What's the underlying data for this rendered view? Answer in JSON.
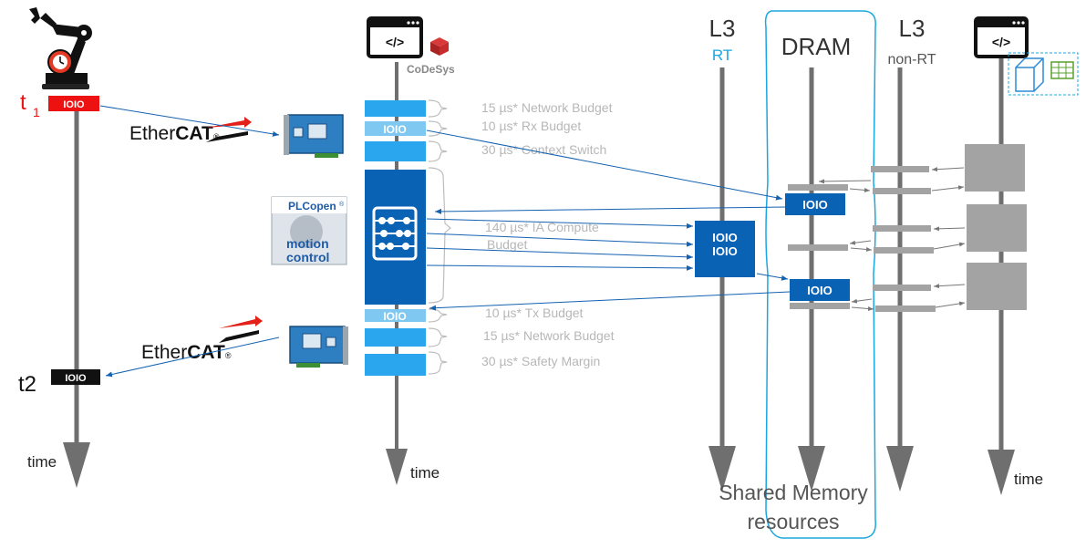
{
  "robot": {
    "t1_label": "t",
    "t1_sub": "1",
    "t1_packet": "IOIO",
    "t2_label": "t2",
    "t2_packet": "IOIO",
    "time_label": "time"
  },
  "ethercat": {
    "top_label_plain": "Ether",
    "top_label_bold": "CAT",
    "bottom_label_plain": "Ether",
    "bottom_label_bold": "CAT",
    "reg_mark": "®"
  },
  "codesys": {
    "brand": "CoDeSys",
    "code_icon": "</>",
    "time_label": "time"
  },
  "plcopen": {
    "line1": "PLCopen",
    "reg": "®",
    "line2": "motion",
    "line3": "control"
  },
  "budgets": [
    {
      "key": "network1",
      "text": "15 µs* Network Budget"
    },
    {
      "key": "rx",
      "text": "10 µs* Rx Budget"
    },
    {
      "key": "context",
      "text": "30 µs* Context Switch"
    },
    {
      "key": "compute1",
      "text": "140 µs* IA Compute"
    },
    {
      "key": "compute2",
      "text": "Budget"
    },
    {
      "key": "tx",
      "text": "10 µs* Tx Budget"
    },
    {
      "key": "network2",
      "text": "15 µs* Network  Budget"
    },
    {
      "key": "safety",
      "text": "30 µs* Safety Margin"
    }
  ],
  "timeline_packets": {
    "rx": "IOIO",
    "tx": "IOIO"
  },
  "memory": {
    "l3_rt_title": "L3",
    "l3_rt_sub": "RT",
    "dram_title": "DRAM",
    "l3_nonrt_title": "L3",
    "l3_nonrt_sub": "non-RT",
    "l3_packet_line1": "IOIO",
    "l3_packet_line2": "IOIO",
    "dram_packet1": "IOIO",
    "dram_packet2": "IOIO",
    "shared_line1": "Shared Memory",
    "shared_line2": "resources",
    "right_code_icon": "</>",
    "right_time_label": "time"
  },
  "colors": {
    "blue_dark": "#0a62b5",
    "blue_light": "#29a6ee",
    "blue_pale": "#7ec8f2",
    "red": "#ee1111",
    "gray": "#a3a3a3",
    "axis": "#6f6f6f",
    "dram_border": "#1aa7e0",
    "rt_text": "#1aa7e0"
  }
}
